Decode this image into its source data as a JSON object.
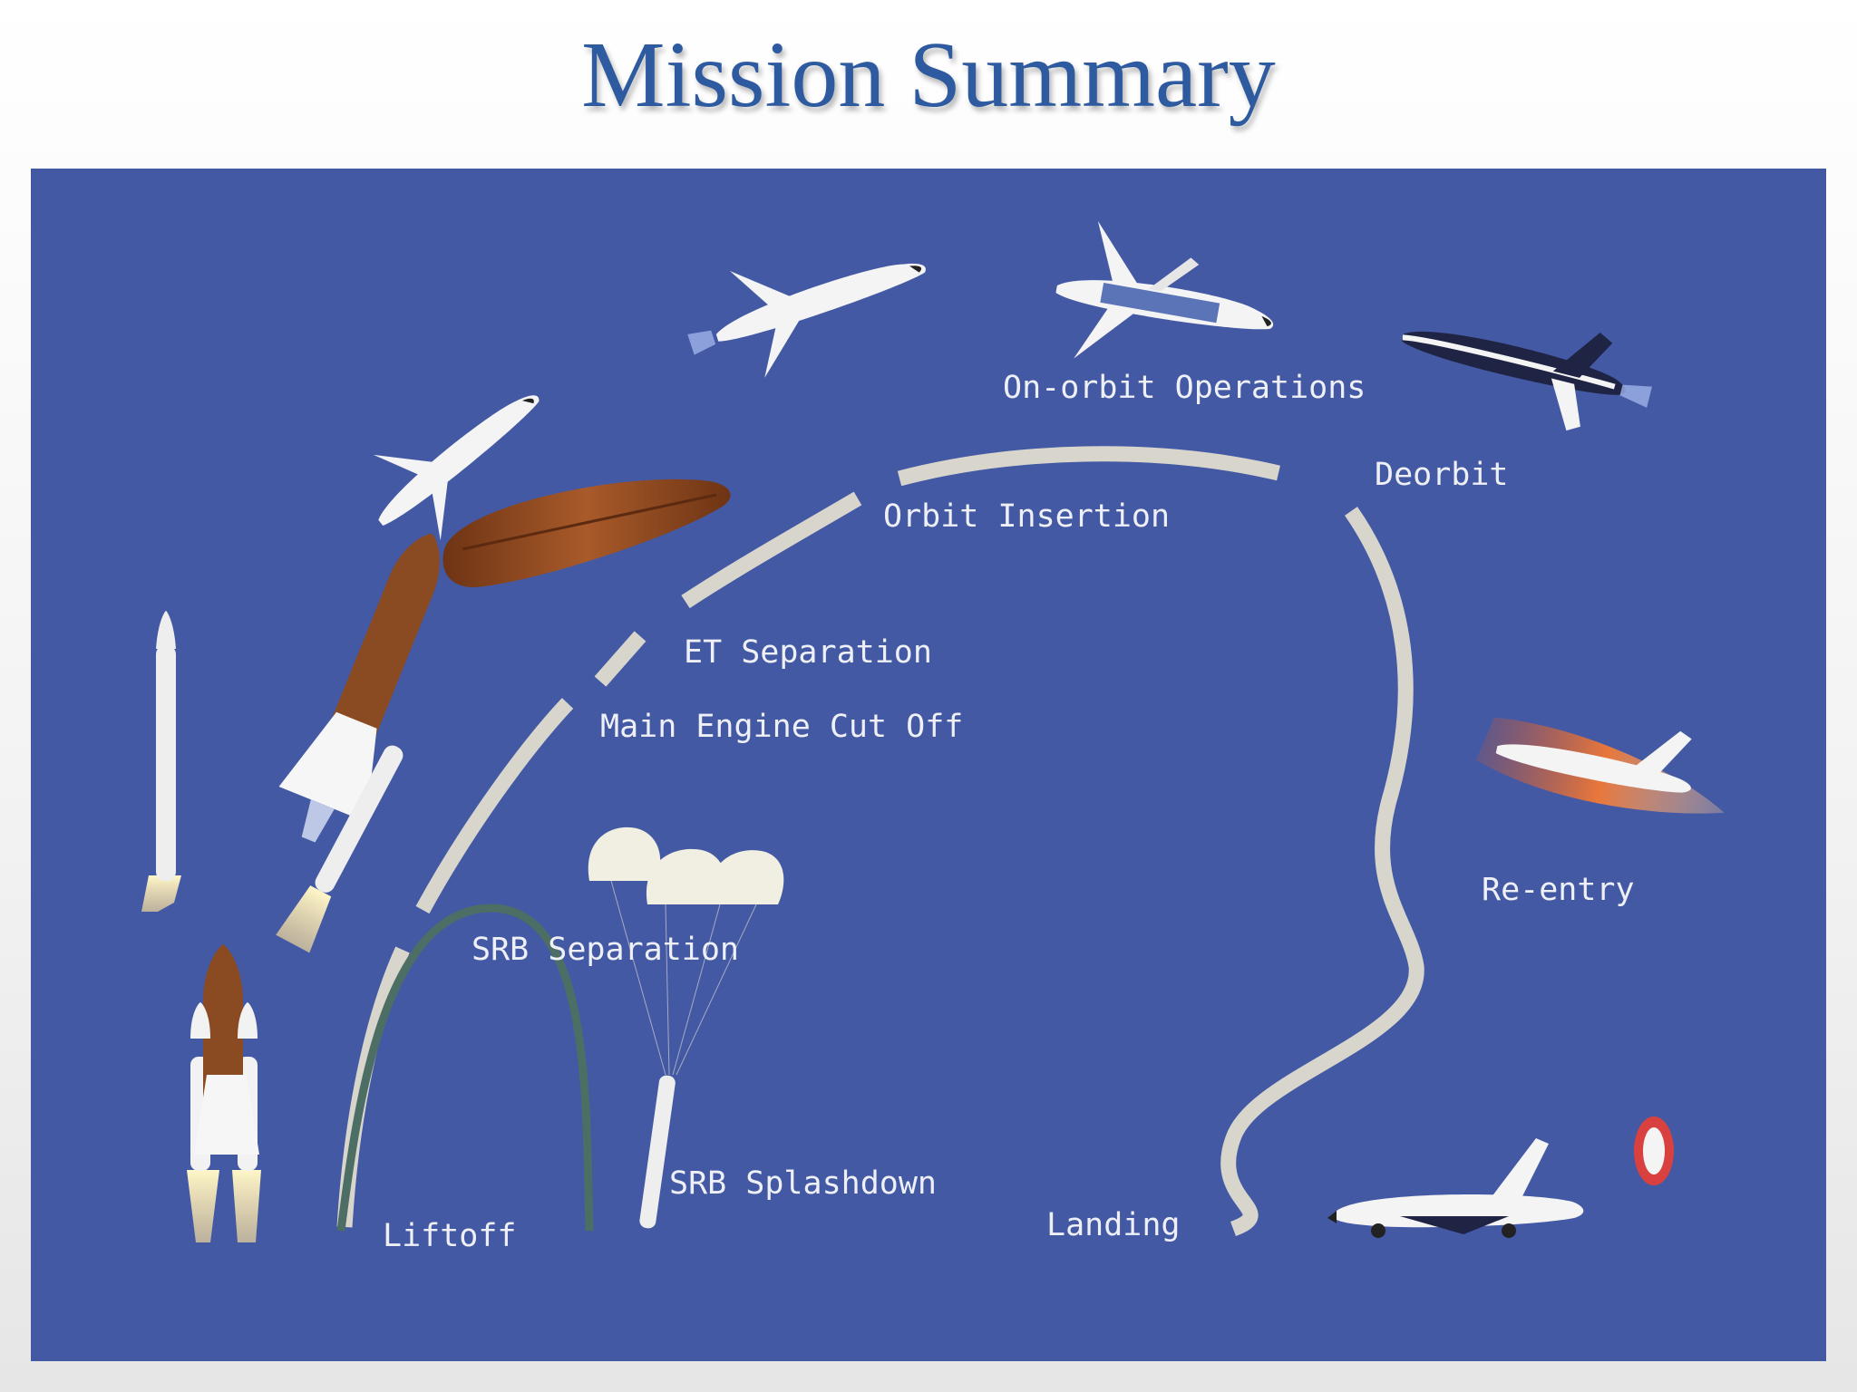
{
  "slide": {
    "title": "Mission Summary"
  },
  "labels": {
    "on_orbit": "On-orbit Operations",
    "deorbit": "Deorbit",
    "orbit_insertion": "Orbit Insertion",
    "et_separation": "ET Separation",
    "meco": "Main Engine Cut Off",
    "re_entry": "Re-entry",
    "srb_separation": "SRB Separation",
    "srb_splashdown": "SRB Splashdown",
    "liftoff": "Liftoff",
    "landing": "Landing"
  },
  "colors": {
    "panel": "#4359a4",
    "trajectory": "#d8d6cc",
    "srb_arc": "#4d6e64",
    "orbiter_white": "#f4f4f4",
    "external_tank": "#8a4a22",
    "heat_glow": "#d2552a",
    "parachute": "#f1eee2"
  },
  "icons": [
    "shuttle-stack-icon",
    "shuttle-ascent-icon",
    "srb-booster-icon",
    "external-tank-icon",
    "orbiter-icon",
    "parachute-icon",
    "reentry-orbiter-icon",
    "landing-orbiter-icon",
    "drag-chute-icon"
  ]
}
